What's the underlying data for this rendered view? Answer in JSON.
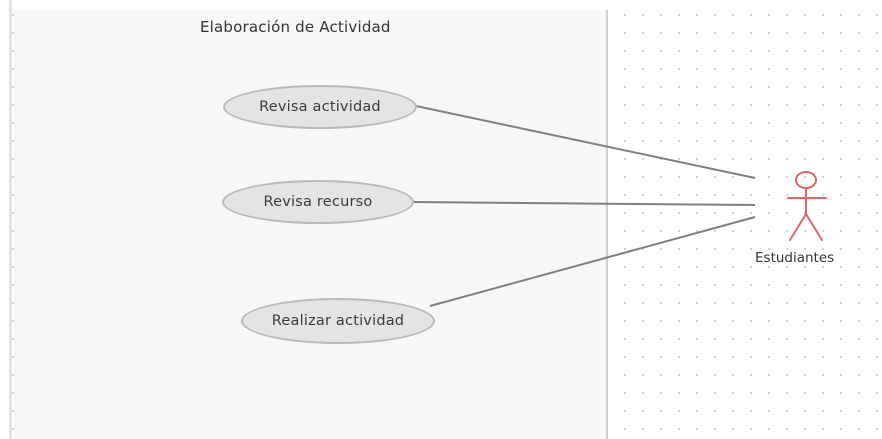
{
  "diagram": {
    "boundary_title": "Elaboración de Actividad",
    "use_cases": [
      {
        "label": "Revisa actividad"
      },
      {
        "label": "Revisa recurso"
      },
      {
        "label": "Realizar actividad"
      }
    ],
    "actor": {
      "label": "Estudiantes",
      "icon": "stick-figure-icon",
      "color": "#e06666"
    },
    "colors": {
      "connector": "#7f7f7f",
      "use_case_fill": "#e4e4e4",
      "use_case_border": "#b9b9b9",
      "boundary_fill": "#f8f7f6"
    }
  }
}
